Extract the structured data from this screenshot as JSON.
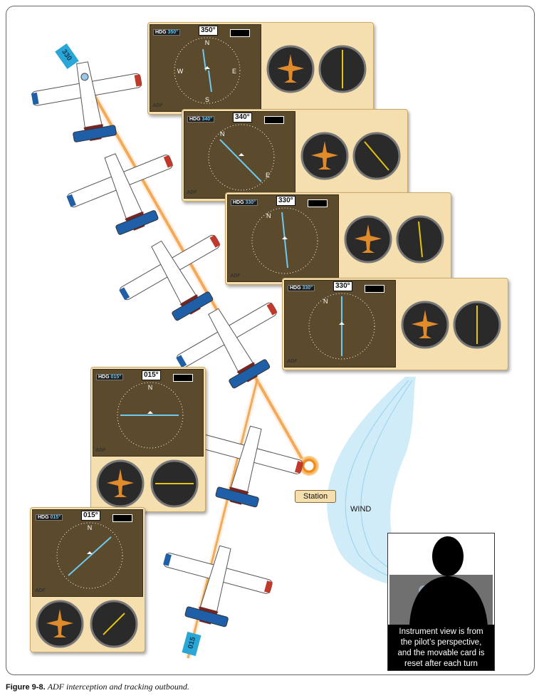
{
  "caption": {
    "figure": "Figure 9-8.",
    "title": "ADF interception and tracking outbound."
  },
  "labels": {
    "station": "Station",
    "wind": "WIND",
    "bearing_start": "330",
    "bearing_end": "015"
  },
  "inset": {
    "line1": "Instrument view is from",
    "line2": "the pilot’s perspective,",
    "line3": "and the movable card is",
    "line4": "reset after each turn"
  },
  "panels": [
    {
      "heading": "350°",
      "hdg_label": "HDG",
      "hdg_value": "350°",
      "adf": "ADF"
    },
    {
      "heading": "340°",
      "hdg_label": "HDG",
      "hdg_value": "340°",
      "adf": "ADF"
    },
    {
      "heading": "330°",
      "hdg_label": "HDG",
      "hdg_value": "330°",
      "adf": "ADF"
    },
    {
      "heading": "330°",
      "hdg_label": "HDG",
      "hdg_value": "330°",
      "adf": "ADF"
    },
    {
      "heading": "015°",
      "hdg_label": "HDG",
      "hdg_value": "015°",
      "adf": "ADF"
    },
    {
      "heading": "015°",
      "hdg_label": "HDG",
      "hdg_value": "015°",
      "adf": "ADF"
    }
  ],
  "colors": {
    "track": "#f08a1c",
    "panel_bg": "#f6dfae",
    "hsi_bg": "#5b4a2c",
    "arrow": "#6ec9f0",
    "wind": "#a9dcf3"
  }
}
